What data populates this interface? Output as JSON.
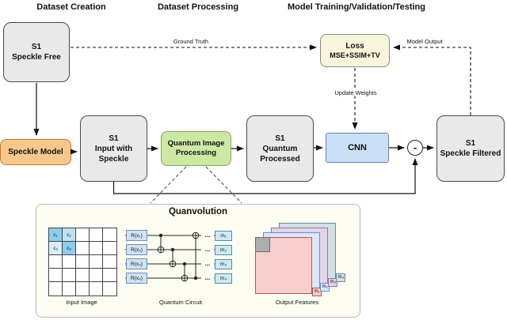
{
  "headers": {
    "dataset_creation": "Dataset Creation",
    "dataset_processing": "Dataset Processing",
    "model_training": "Model Training/Validation/Testing"
  },
  "boxes": {
    "speckle_free": {
      "line1": "S1",
      "line2": "Speckle Free"
    },
    "speckle_model": {
      "label": "Speckle Model"
    },
    "input_with_speckle": {
      "line1": "S1",
      "line2": "Input with",
      "line3": "Speckle"
    },
    "quantum_image_processing": {
      "line1": "Quantum Image",
      "line2": "Processing"
    },
    "quantum_processed": {
      "line1": "S1",
      "line2": "Quantum",
      "line3": "Processed"
    },
    "cnn": {
      "label": "CNN"
    },
    "subtract_node": {
      "label": "-"
    },
    "speckle_filtered": {
      "line1": "S1",
      "line2": "Speckle Filtered"
    },
    "loss": {
      "line1": "Loss",
      "line2": "MSE+SSIM+TV"
    }
  },
  "edge_labels": {
    "ground_truth": "Ground Truth",
    "model_output": "Model Output",
    "update_weights": "Update Weights"
  },
  "quanvolution": {
    "title": "Quanvolution",
    "captions": {
      "input_image": "Input Image",
      "quantum_circuit": "Quantum Circuit",
      "output_features": "Output Features"
    },
    "grid_cells": [
      "ε₁",
      "ε₂",
      "ε₃",
      "ε₄"
    ],
    "gates": [
      "R(x₁)",
      "R(x₂)",
      "R(x₃)",
      "R(x₄)"
    ],
    "ellipsis": "...",
    "measurements": [
      "m₁",
      "m₂",
      "m₃",
      "m₄"
    ],
    "feature_labels": [
      "m₁",
      "m₂",
      "m₃",
      "m₄"
    ]
  },
  "colors": {
    "box_gray": "#e9e9e9",
    "speckle_model_orange": "#f8c78c",
    "quantum_green": "#cde8a5",
    "cnn_blue": "#c9dff5",
    "loss_cream": "#f9f5dc",
    "panel_cream": "#fdfdf2",
    "feature_pink": "#f8cecc",
    "feature_blue": "#dae8fc",
    "feature_purple": "#e1d5e7",
    "feature_teal": "#d0e0e3",
    "cell_blue_dark": "#8fcdec",
    "cell_blue_light": "#d9eefa"
  }
}
